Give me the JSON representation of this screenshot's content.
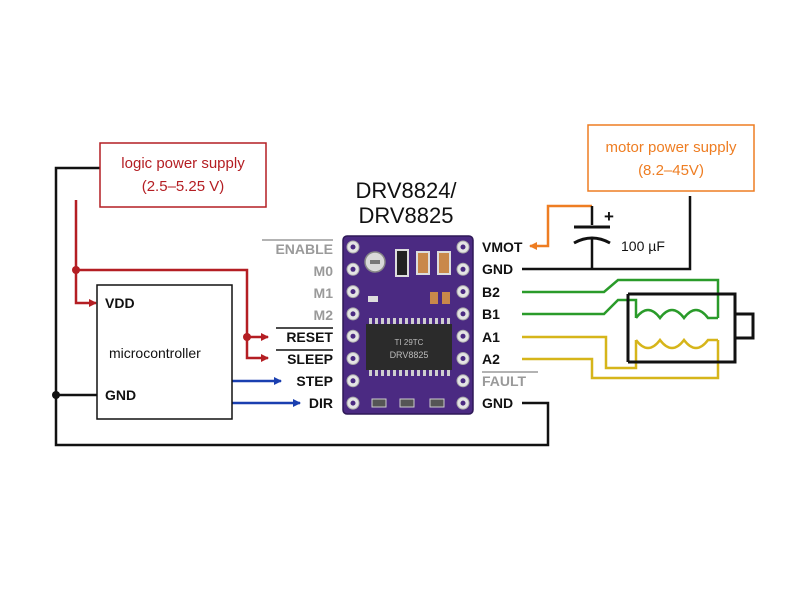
{
  "board": {
    "title_line1": "DRV8824/",
    "title_line2": "DRV8825",
    "left_pins": [
      "ENABLE",
      "M0",
      "M1",
      "M2",
      "RESET",
      "SLEEP",
      "STEP",
      "DIR"
    ],
    "right_pins": [
      "VMOT",
      "GND",
      "B2",
      "B1",
      "A1",
      "A2",
      "FAULT",
      "GND"
    ],
    "chip_text_1": "DRV8825",
    "chip_text_2": "TI 29TC"
  },
  "logic_supply": {
    "line1": "logic power supply",
    "line2": "(2.5–5.25 V)"
  },
  "motor_supply": {
    "line1": "motor power supply",
    "line2": "(8.2–45V)"
  },
  "capacitor": {
    "label": "100 µF",
    "polarity": "+"
  },
  "microcontroller": {
    "label": "microcontroller",
    "vdd": "VDD",
    "gnd": "GND"
  },
  "colors": {
    "logic": "#b41e23",
    "motor": "#ee7d22",
    "signal": "#1a3fb0",
    "coil_b": "#2a9b2a",
    "coil_a": "#d6b51a",
    "board": "#4b2a82",
    "inactive_pin": "#9a9a9a",
    "wire": "#111111"
  }
}
